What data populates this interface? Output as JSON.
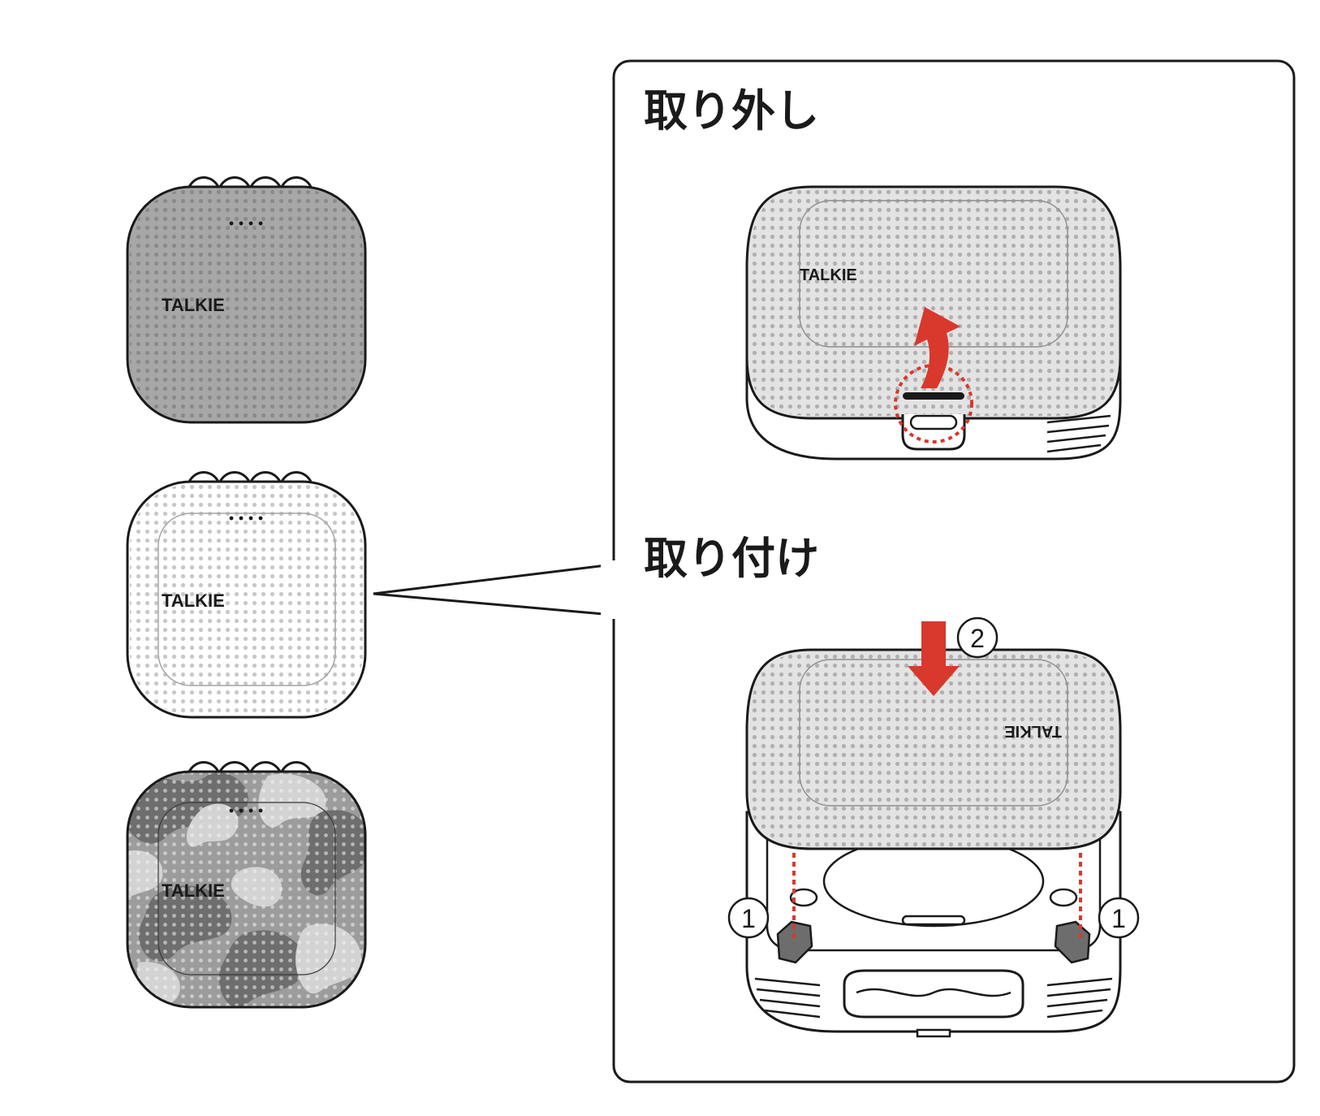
{
  "variants": {
    "gray": {
      "brand": "TALKIE"
    },
    "white": {
      "brand": "TALKIE"
    },
    "camo": {
      "brand": "TALKIE"
    }
  },
  "panel": {
    "removal": {
      "heading": "取り外し",
      "brand": "TALKIE"
    },
    "attach": {
      "heading": "取り付け",
      "brand": "TALKIE",
      "step_side": "1",
      "step_down": "2"
    }
  },
  "colors": {
    "arrow": "#d9382c",
    "outline": "#1a1a1a",
    "cover_gray": "#a7a7a7",
    "cover_light": "#e3e3e3",
    "camo_dark": "#6e6e6e",
    "camo_mid": "#9c9c9c",
    "camo_light": "#d3d3d3"
  }
}
